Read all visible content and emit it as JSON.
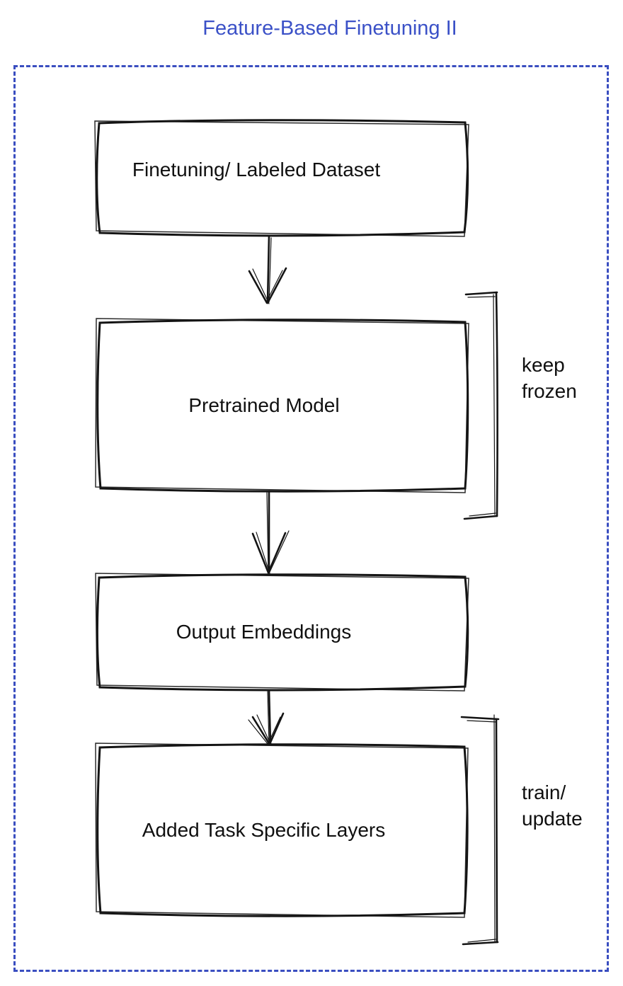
{
  "title": "Feature-Based Finetuning II",
  "nodes": [
    {
      "label": "Finetuning/ Labeled Dataset",
      "fill": "#868D97"
    },
    {
      "label": "Pretrained Model",
      "fill": "#4A6DEE"
    },
    {
      "label": "Output Embeddings",
      "fill": "#868D97"
    },
    {
      "label": "Added Task Specific Layers",
      "fill": "#3FBE57"
    }
  ],
  "annotations": [
    {
      "label": "keep\nfrozen"
    },
    {
      "label": "train/\nupdate"
    }
  ],
  "colors": {
    "title_text": "#3B51C7",
    "boundary_dashed": "#3A4EC0",
    "ink": "#141414",
    "gray_box": "#868D97",
    "blue_box": "#4A6DEE",
    "green_box": "#3FBE57"
  }
}
